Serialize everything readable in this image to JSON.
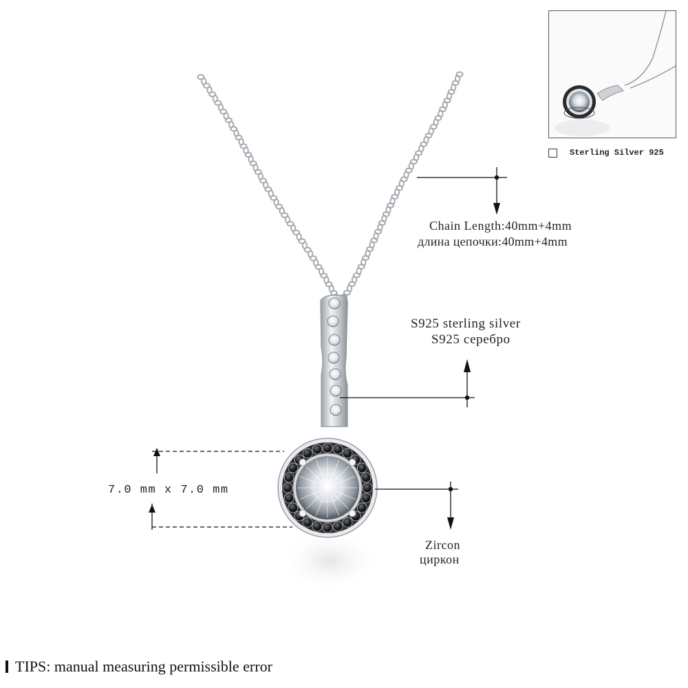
{
  "annotations": {
    "chain_length_en": "Chain Length:40mm+4mm",
    "chain_length_ru": "длина цепочки:40mm+4mm",
    "material_en": "S925 sterling silver",
    "material_ru": "S925 серебро",
    "stone_size": "7.0 mm x 7.0 mm",
    "stone_en": "Zircon",
    "stone_ru": "циркон"
  },
  "options": {
    "material_option_label": "Sterling Silver 925"
  },
  "footer": {
    "tips": "TIPS: manual measuring permissible error"
  },
  "colors": {
    "silver": "#c9ccd1",
    "halo_stone": "#1c1c1e",
    "background": "#ffffff",
    "line": "#111111"
  }
}
